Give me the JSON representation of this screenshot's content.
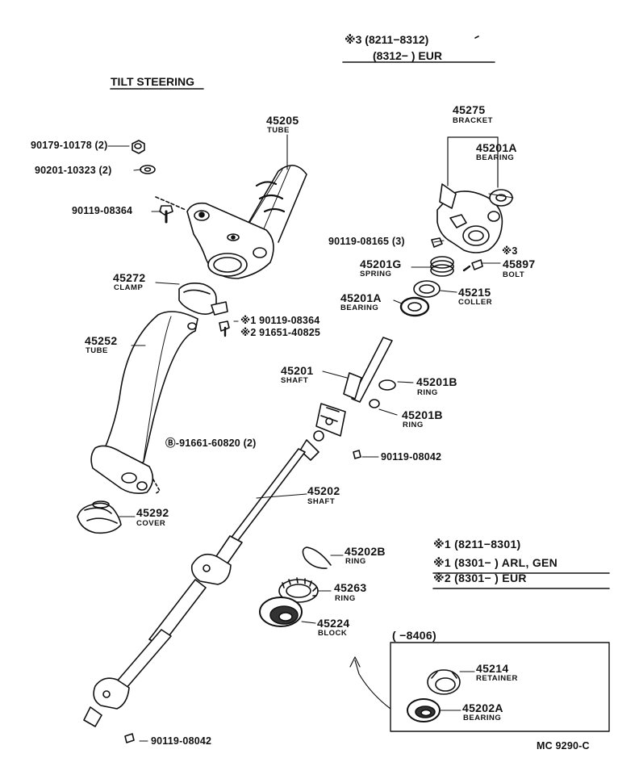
{
  "header": {
    "title": "TILT STEERING",
    "note3_line1": "※3 (8211−8312)",
    "note3_line2": "(8312−        ) EUR"
  },
  "parts": {
    "p45205": {
      "num": "45205",
      "name": "TUBE"
    },
    "p45275": {
      "num": "45275",
      "name": "BRACKET"
    },
    "p45201A_top": {
      "num": "45201A",
      "name": "BEARING"
    },
    "p45201G": {
      "num": "45201G",
      "name": "SPRING"
    },
    "p45897": {
      "num": "45897",
      "name": "BOLT",
      "mark": "※3"
    },
    "p45201A_mid": {
      "num": "45201A",
      "name": "BEARING"
    },
    "p45215": {
      "num": "45215",
      "name": "COLLER"
    },
    "p45272": {
      "num": "45272",
      "name": "CLAMP"
    },
    "p45252": {
      "num": "45252",
      "name": "TUBE"
    },
    "p45201": {
      "num": "45201",
      "name": "SHAFT"
    },
    "p45201B_1": {
      "num": "45201B",
      "name": "RING"
    },
    "p45201B_2": {
      "num": "45201B",
      "name": "RING"
    },
    "p45202": {
      "num": "45202",
      "name": "SHAFT"
    },
    "p45292": {
      "num": "45292",
      "name": "COVER"
    },
    "p45202B": {
      "num": "45202B",
      "name": "RING"
    },
    "p45263": {
      "num": "45263",
      "name": "RING"
    },
    "p45224": {
      "num": "45224",
      "name": "BLOCK"
    },
    "p45214": {
      "num": "45214",
      "name": "RETAINER"
    },
    "p45202A": {
      "num": "45202A",
      "name": "BEARING"
    }
  },
  "fasteners": {
    "f90179": "90179-10178 (2)",
    "f90201": "90201-10323 (2)",
    "f90119_08364": "90119-08364",
    "f90119_08165": "90119-08165 (3)",
    "f_mark1": "※1 90119-08364",
    "f_mark2": "※2 91651-40825",
    "f91661": "Ⓑ-91661-60820 (2)",
    "f90119_08042_a": "90119-08042",
    "f90119_08042_b": "90119-08042"
  },
  "notes": {
    "n1": "※1 (8211−8301)",
    "n2": "※1 (8301−         ) ARL, GEN",
    "n3": "※2 (8301−         ) EUR",
    "inset_range": "(          −8406)",
    "code": "MC 9290-C"
  }
}
